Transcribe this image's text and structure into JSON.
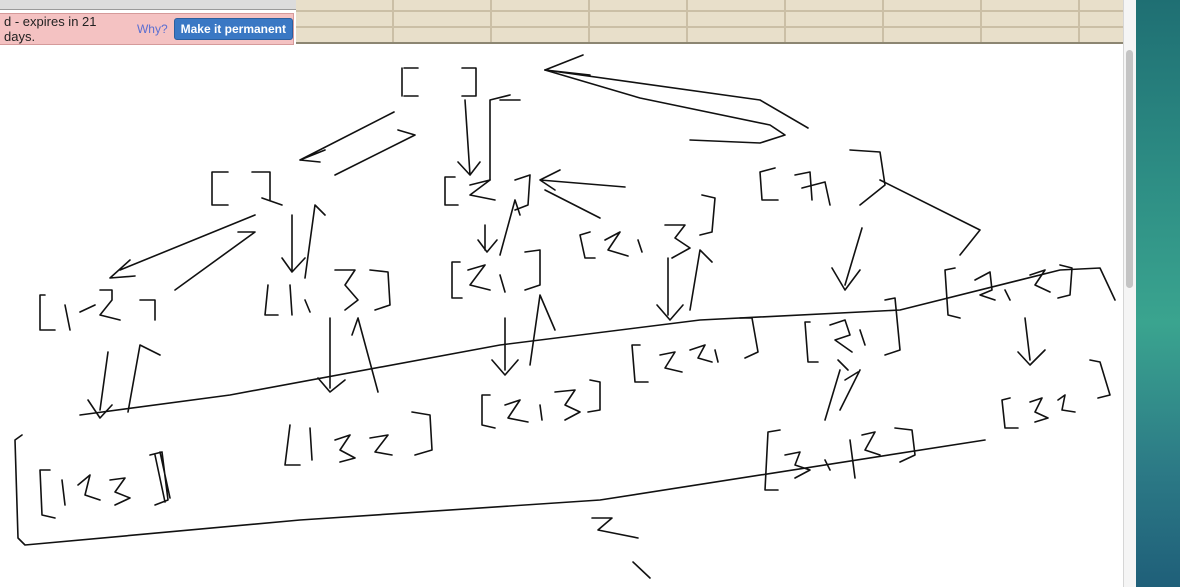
{
  "notice": {
    "text": "d - expires in 21 days.",
    "why_link": "Why?",
    "permanent_button": "Make it permanent"
  },
  "whiteboard": {
    "nodes": [
      "[ ]",
      "[1]",
      "[2]",
      "[3]",
      "[1,2]",
      "[1,3]",
      "[2,1]",
      "[2,3]",
      "[3,1]",
      "[3,2]",
      "[1,2,3]",
      "[1,3,2]",
      "[2,1,3]",
      "[2,3,1]",
      "[3,1,2]",
      "[3,2,1]"
    ]
  }
}
